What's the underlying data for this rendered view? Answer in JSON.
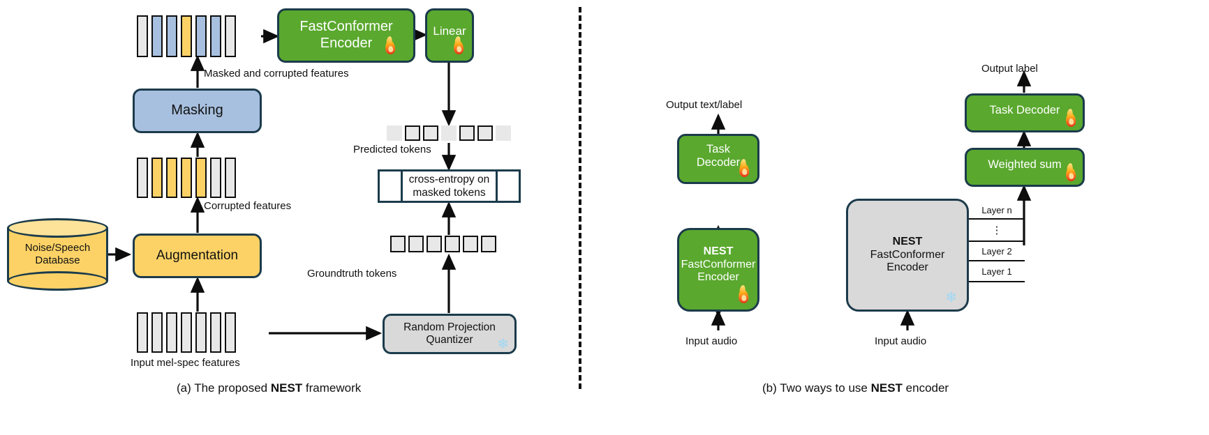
{
  "figure": {
    "panel_a_caption_pre": "(a) The proposed ",
    "panel_a_caption_bold": "NEST",
    "panel_a_caption_post": " framework",
    "panel_b_caption_pre": "(b) Two ways to use ",
    "panel_b_caption_bold": "NEST",
    "panel_b_caption_post": " encoder"
  },
  "colors": {
    "green": "#5aa82e",
    "blue": "#a8c0e0",
    "yellow": "#fcd266",
    "grey": "#d9d9d9",
    "token_grey": "#e8e8e8",
    "outline": "#1b3b4b",
    "flame": "#f4801f",
    "snow": "#9ed8f5"
  },
  "panel_a": {
    "database": {
      "line1": "Noise/Speech",
      "line2": "Database"
    },
    "augmentation": {
      "label": "Augmentation"
    },
    "masking": {
      "label": "Masking"
    },
    "encoder": {
      "line1": "FastConformer",
      "line2": "Encoder",
      "state_icon": "fire-icon"
    },
    "linear": {
      "label": "Linear",
      "state_icon": "fire-icon"
    },
    "quantizer": {
      "line1": "Random Projection",
      "line2": "Quantizer",
      "state_icon": "snowflake-icon"
    },
    "cross_entropy": {
      "line1": "cross-entropy on",
      "line2": "masked tokens"
    },
    "labels": {
      "masked_corrupted": "Masked and corrupted features",
      "corrupted": "Corrupted features",
      "predicted_tokens": "Predicted tokens",
      "groundtruth_tokens": "Groundtruth tokens",
      "input_mel": "Input mel-spec features"
    },
    "strips": {
      "masked_features": [
        "grey",
        "blue",
        "blue",
        "yellow",
        "blue",
        "blue",
        "grey"
      ],
      "corrupted_features": [
        "grey",
        "yellow",
        "yellow",
        "yellow",
        "yellow",
        "grey",
        "grey"
      ],
      "predicted_tokens": [
        "plain",
        "boxed",
        "boxed",
        "plain",
        "boxed",
        "boxed",
        "plain"
      ],
      "groundtruth_tokens": [
        "grey",
        "grey",
        "grey",
        "grey",
        "grey",
        "grey"
      ],
      "input_features": [
        "grey",
        "grey",
        "grey",
        "grey",
        "grey",
        "grey",
        "grey"
      ]
    }
  },
  "panel_b": {
    "left": {
      "output_label": "Output text/label",
      "task_decoder": {
        "label": "Task Decoder",
        "state_icon": "fire-icon"
      },
      "encoder": {
        "title": "NEST",
        "line1": "FastConformer",
        "line2": "Encoder",
        "state_icon": "fire-icon"
      },
      "input_label": "Input audio"
    },
    "right": {
      "output_label": "Output label",
      "task_decoder": {
        "label": "Task Decoder",
        "state_icon": "fire-icon"
      },
      "weighted_sum": {
        "label": "Weighted sum",
        "state_icon": "fire-icon"
      },
      "encoder": {
        "title": "NEST",
        "line1": "FastConformer",
        "line2": "Encoder",
        "state_icon": "snowflake-icon"
      },
      "layers": [
        "Layer n",
        "⋮",
        "Layer 2",
        "Layer 1"
      ],
      "input_label": "Input audio"
    }
  }
}
